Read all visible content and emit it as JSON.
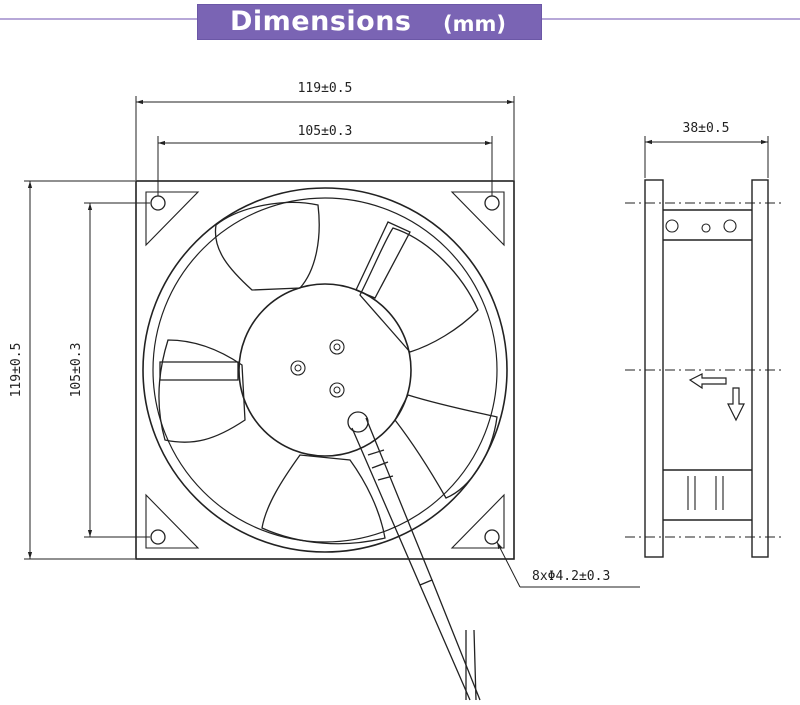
{
  "header": {
    "title": "Dimensions",
    "unit": "(mm)",
    "bar_color": "#7a64b4",
    "line_color": "#b7a8d8"
  },
  "front_view": {
    "overall_width": "119±0.5",
    "hole_spacing_width": "105±0.3",
    "overall_height": "119±0.5",
    "hole_spacing_height": "105±0.3",
    "hole_callout": "8xΦ4.2±0.3"
  },
  "side_view": {
    "depth": "38±0.5"
  }
}
